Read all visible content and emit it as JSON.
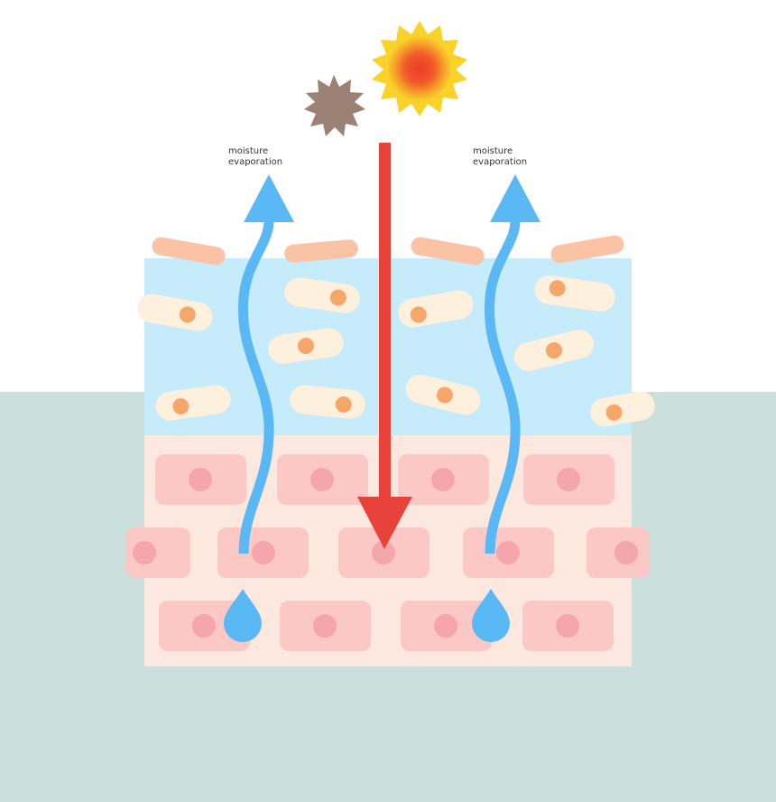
{
  "labels": {
    "left": [
      "moisture",
      "evaporation"
    ],
    "right": [
      "moisture",
      "evaporation"
    ]
  },
  "colors": {
    "background_bottom": "#cbe0dc",
    "outer_layer": "#c6ebfa",
    "inner_layer": "#fde8e0",
    "flake": "#fbc3a6",
    "outer_cell": "#fdf0dc",
    "outer_cell_nucleus": "#f7a66b",
    "inner_cell": "#fbc8c6",
    "inner_cell_nucleus": "#f4a6aa",
    "moisture_arrow": "#5ab8f5",
    "uv_arrow": "#e8433a",
    "pollution_particle": "#9c8275",
    "sun_outer": "#f9d22a",
    "sun_inner": "#f15a2b"
  },
  "icons": [
    "sun-icon",
    "pollution-particle-icon",
    "water-drop-icon"
  ]
}
